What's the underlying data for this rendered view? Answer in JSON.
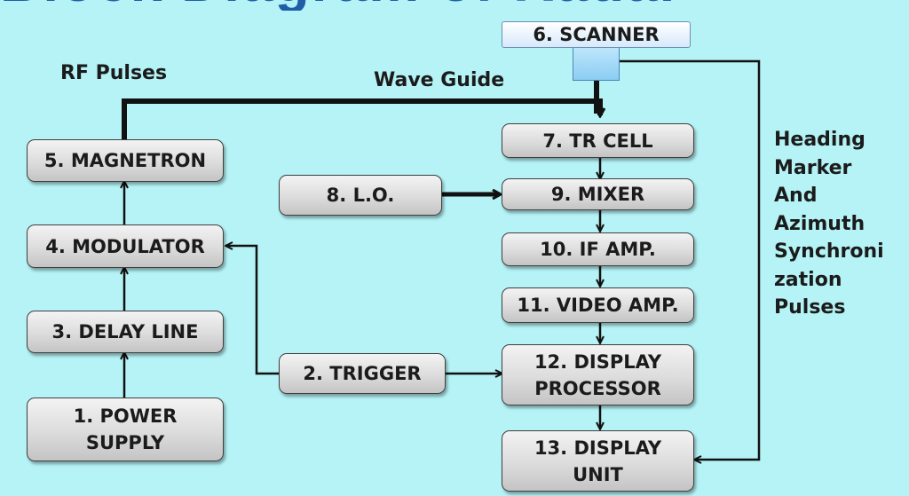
{
  "title_fragment": "Block Diagram of Radar",
  "blocks": {
    "scanner": "6. SCANNER",
    "magnetron": "5. MAGNETRON",
    "modulator": "4. MODULATOR",
    "delay_line": "3. DELAY LINE",
    "power_supply": [
      "1. POWER",
      "SUPPLY"
    ],
    "trigger": "2. TRIGGER",
    "tr_cell": "7. TR CELL",
    "lo": "8. L.O.",
    "mixer": "9. MIXER",
    "if_amp": "10. IF AMP.",
    "video_amp": "11. VIDEO AMP.",
    "display_processor": [
      "12. DISPLAY",
      "PROCESSOR"
    ],
    "display_unit": [
      "13. DISPLAY",
      "UNIT"
    ]
  },
  "labels": {
    "rf_pulses": "RF Pulses",
    "wave_guide": "Wave Guide",
    "side_note": [
      "Heading",
      "Marker",
      "And",
      "Azimuth",
      "Synchroni",
      "zation",
      "Pulses"
    ]
  },
  "colors": {
    "background": "#b5f3f6",
    "block_fill": "#dcdcdc",
    "line": "#111111",
    "scanner_fill": "#d6e9fb"
  }
}
